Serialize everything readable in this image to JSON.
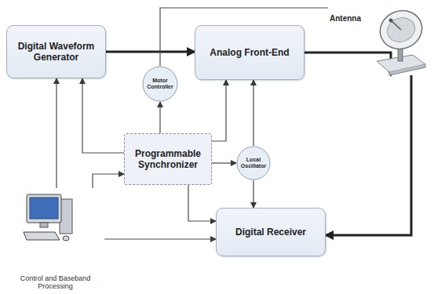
{
  "diagram": {
    "nodes": [
      {
        "text": [
          "Digital Waveform Generator"
        ]
      },
      {
        "text": [
          "Motor Controller"
        ]
      },
      {
        "text": [
          "Analog Front-End"
        ]
      },
      {
        "text": [
          "Antenna"
        ]
      },
      {
        "text": [
          "Programmable Synchronizer"
        ]
      },
      {
        "text": [
          "Local Oscillator"
        ]
      },
      {
        "text": [
          "Control and Baseband Processing"
        ]
      },
      {
        "text": [
          "Digital Receiver"
        ]
      }
    ],
    "edges": [
      {
        "from": 0,
        "to": 2,
        "arrow": "to"
      },
      {
        "from": 4,
        "to": 1,
        "arrow": "to"
      },
      {
        "from": 1,
        "to": 3,
        "arrow": "none"
      },
      {
        "from": 2,
        "to": 3,
        "arrow": "to"
      },
      {
        "from": 3,
        "to": 7,
        "arrow": "to"
      },
      {
        "from": 4,
        "to": 0,
        "arrow": "to"
      },
      {
        "from": 4,
        "to": 2,
        "arrow": "to"
      },
      {
        "from": 4,
        "to": 5,
        "arrow": "to"
      },
      {
        "from": 4,
        "to": 7,
        "arrow": "to"
      },
      {
        "from": 5,
        "to": 2,
        "arrow": "to"
      },
      {
        "from": 5,
        "to": 7,
        "arrow": "to"
      },
      {
        "from": 6,
        "to": 0,
        "arrow": "to"
      },
      {
        "from": 6,
        "to": 4,
        "arrow": "to"
      },
      {
        "from": 6,
        "to": 7,
        "arrow": "to"
      }
    ]
  }
}
